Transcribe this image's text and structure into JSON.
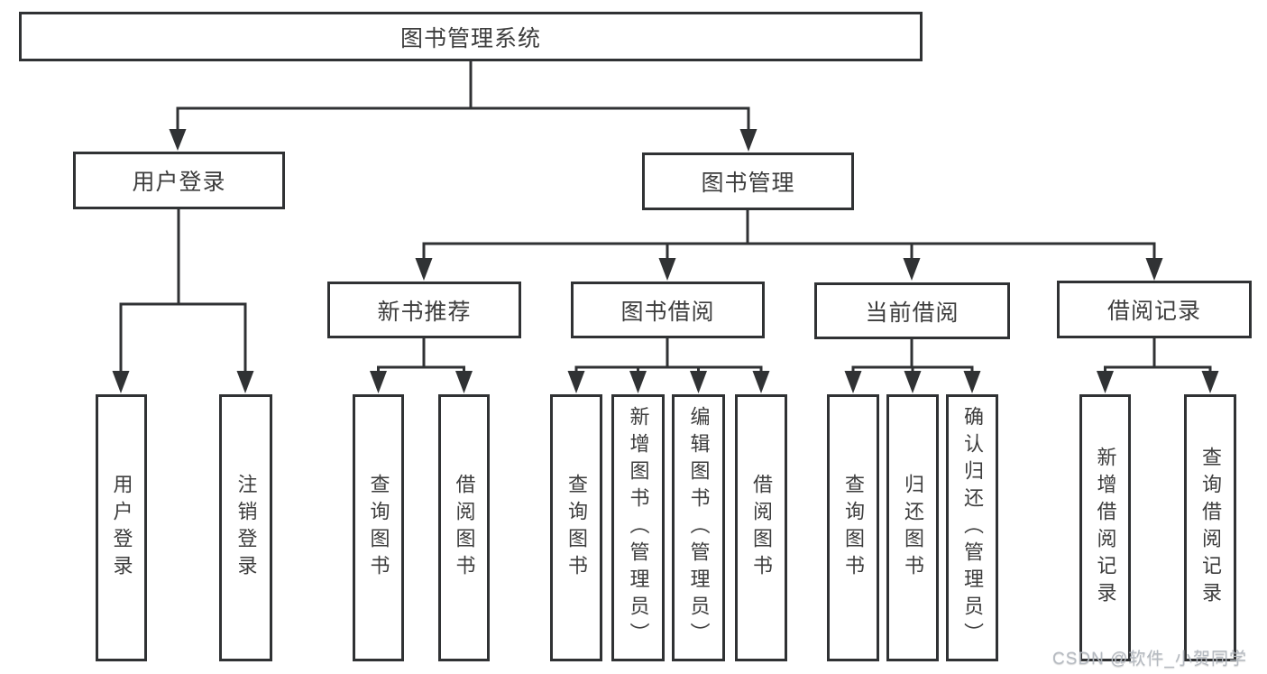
{
  "watermark": "CSDN @软件_小贺同学",
  "colors": {
    "line": "#303234",
    "text": "#3d3d3d",
    "watermark": "#b2b7be"
  },
  "tree": {
    "root": {
      "label": "图书管理系统"
    },
    "branches": [
      {
        "label": "用户登录",
        "children": [
          {
            "label": "用户登录"
          },
          {
            "label": "注销登录"
          }
        ]
      },
      {
        "label": "图书管理",
        "children": [
          {
            "label": "新书推荐",
            "children": [
              {
                "label": "查询图书"
              },
              {
                "label": "借阅图书"
              }
            ]
          },
          {
            "label": "图书借阅",
            "children": [
              {
                "label": "查询图书"
              },
              {
                "label": "新增图书（管理员）"
              },
              {
                "label": "编辑图书（管理员）"
              },
              {
                "label": "借阅图书"
              }
            ]
          },
          {
            "label": "当前借阅",
            "children": [
              {
                "label": "查询图书"
              },
              {
                "label": "归还图书"
              },
              {
                "label": "确认归还（管理员）"
              }
            ]
          },
          {
            "label": "借阅记录",
            "children": [
              {
                "label": "新增借阅记录"
              },
              {
                "label": "查询借阅记录"
              }
            ]
          }
        ]
      }
    ]
  }
}
